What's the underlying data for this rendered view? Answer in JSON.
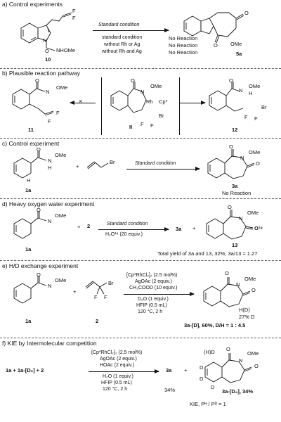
{
  "sections": {
    "a": {
      "title": "a) Control experiments",
      "compound_start": "10",
      "condition_line": "Standard condition",
      "product": "5a",
      "controls": [
        {
          "condition": "standard condition",
          "result": "No Reaction"
        },
        {
          "condition": "without Rh or Ag",
          "result": "No Reaction"
        },
        {
          "condition": "without Rh and Ag",
          "result": "No Reaction"
        }
      ],
      "atoms": {
        "F": "F",
        "NHOMe": "NHOMe",
        "O": "O",
        "OMe": "OMe",
        "N": "N"
      }
    },
    "b": {
      "title": "b) Plausible reaction pathway",
      "left_compound": "11",
      "intermediate": "II",
      "right_compound": "12",
      "atoms": {
        "Rh": "Rh",
        "Cp": "Cp*",
        "Br": "Br",
        "F": "F",
        "O": "O",
        "N": "N",
        "OMe": "OMe",
        "H": "H"
      }
    },
    "c": {
      "title": "c) Control experiment",
      "sm1": "1a",
      "condition": "Standard condition",
      "product": "3a",
      "result": "No Reaction",
      "atoms": {
        "Br": "Br",
        "O": "O",
        "N": "N",
        "H": "H",
        "OMe": "OMe"
      }
    },
    "d": {
      "title": "d) Heavy oxygen water experiment",
      "sm1": "1a",
      "reagent": "2",
      "condition_top": "Standard condition",
      "condition_bottom": "H₂O¹⁸ (20 equiv.)",
      "product1": "3a",
      "product2": "13",
      "o18": "O¹⁸",
      "yield_text": "Total yield of 3a and 13, 32%, 3a/13 = 1.27"
    },
    "e": {
      "title": "e) H/D exchange experiment",
      "sm1": "1a",
      "reagent": "2",
      "conditions": [
        "[Cp*RhCl₂]₂ (2.5 mol%)",
        "AgOAc (2 equiv.)",
        "CH₃COOD (10 equiv.)",
        "D₂O (1 equiv.)",
        "HFIP (0.5 mL)",
        "120 °C, 2 h"
      ],
      "hd_label": "H(D)",
      "d_percent": "27% D",
      "result": "3a-[D], 60%, D/H = 1 : 4.5"
    },
    "f": {
      "title": "f) KIE by Intermolecular competition",
      "reactants": "1a  +  1a-[D₅]  + 2",
      "conditions": [
        "[Cp*RhCl₂]₂ (2.5 mol%)",
        "AgOAc (2 equiv.)",
        "HOAc (2 equiv.)",
        "H₂O (1 equiv.)",
        "HFIP (0.5 mL)",
        "120 °C, 2 h"
      ],
      "product1": "3a",
      "plus": "+",
      "yield1": "34%",
      "product2": "3a-[D₄], 34%",
      "hd_label": "(H)D",
      "d_label": "D",
      "kie": "KIE, Pᴴ / Pᴰ = 1"
    }
  }
}
